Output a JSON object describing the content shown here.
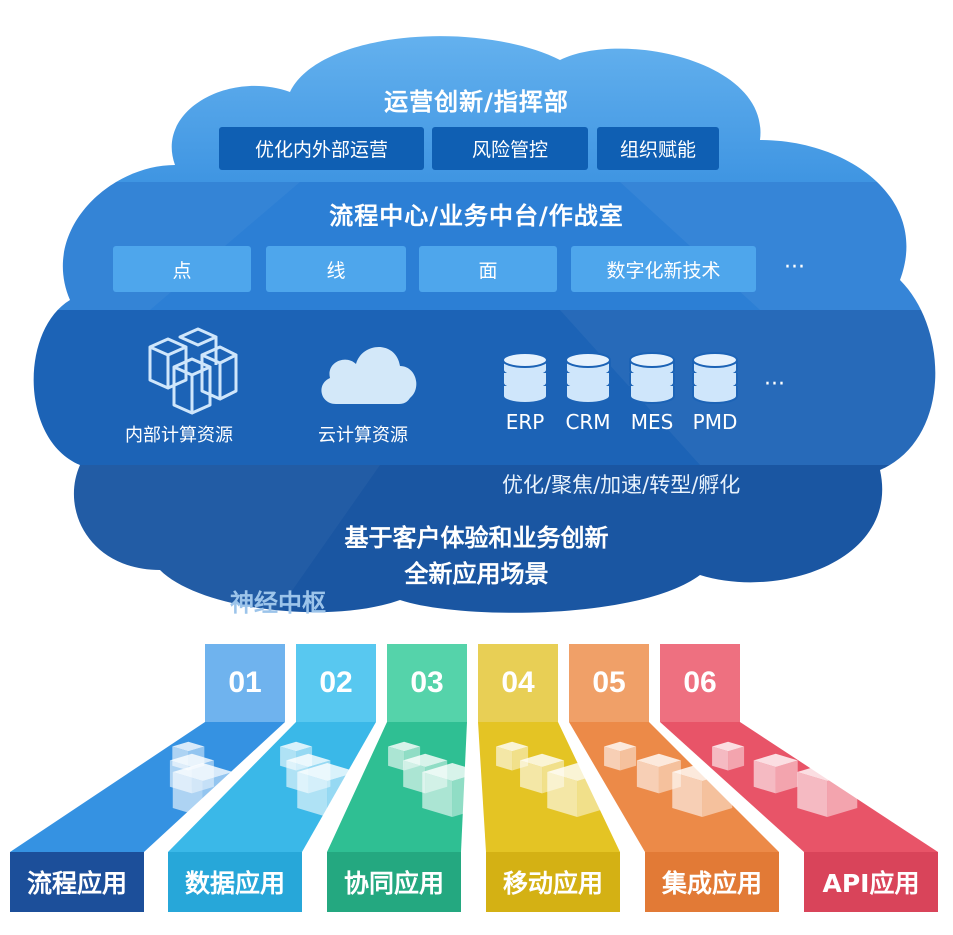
{
  "colors": {
    "cloud_top": "#4aa0e8",
    "cloud_mid": "#2e7fd3",
    "cloud_band": "#1b5fb0",
    "cloud_bottom": "#1a56a2"
  },
  "layer1": {
    "title": "运营创新/指挥部",
    "items": [
      "优化内外部运营",
      "风险管控",
      "组织赋能"
    ]
  },
  "layer2": {
    "title": "流程中心/业务中台/作战室",
    "items": [
      "点",
      "线",
      "面",
      "数字化新技术"
    ],
    "ellipsis": "···"
  },
  "layer3": {
    "resources": [
      {
        "label": "内部计算资源",
        "icon": "cubes-icon"
      },
      {
        "label": "云计算资源",
        "icon": "cloud-icon"
      }
    ],
    "databases": [
      "ERP",
      "CRM",
      "MES",
      "PMD"
    ],
    "ellipsis": "···",
    "caption": "优化/聚焦/加速/转型/孵化"
  },
  "layer4": {
    "line1": "基于客户体验和业务创新",
    "line2": "全新应用场景",
    "hub": "神经中枢"
  },
  "apps": [
    {
      "num": "01",
      "label": "流程应用",
      "color": "#3592e2",
      "dark": "#1c4f9a",
      "top": "#6fb3ee"
    },
    {
      "num": "02",
      "label": "数据应用",
      "color": "#3ab8e8",
      "dark": "#27a7d9",
      "top": "#58c8f0"
    },
    {
      "num": "03",
      "label": "协同应用",
      "color": "#2fbf93",
      "dark": "#24a880",
      "top": "#55d3aa"
    },
    {
      "num": "04",
      "label": "移动应用",
      "color": "#e4c424",
      "dark": "#d4b114",
      "top": "#e8cf55"
    },
    {
      "num": "05",
      "label": "集成应用",
      "color": "#ec8a48",
      "dark": "#e27a36",
      "top": "#f0a068"
    },
    {
      "num": "06",
      "label": "API应用",
      "color": "#e85468",
      "dark": "#d9445a",
      "top": "#ee7080"
    }
  ]
}
